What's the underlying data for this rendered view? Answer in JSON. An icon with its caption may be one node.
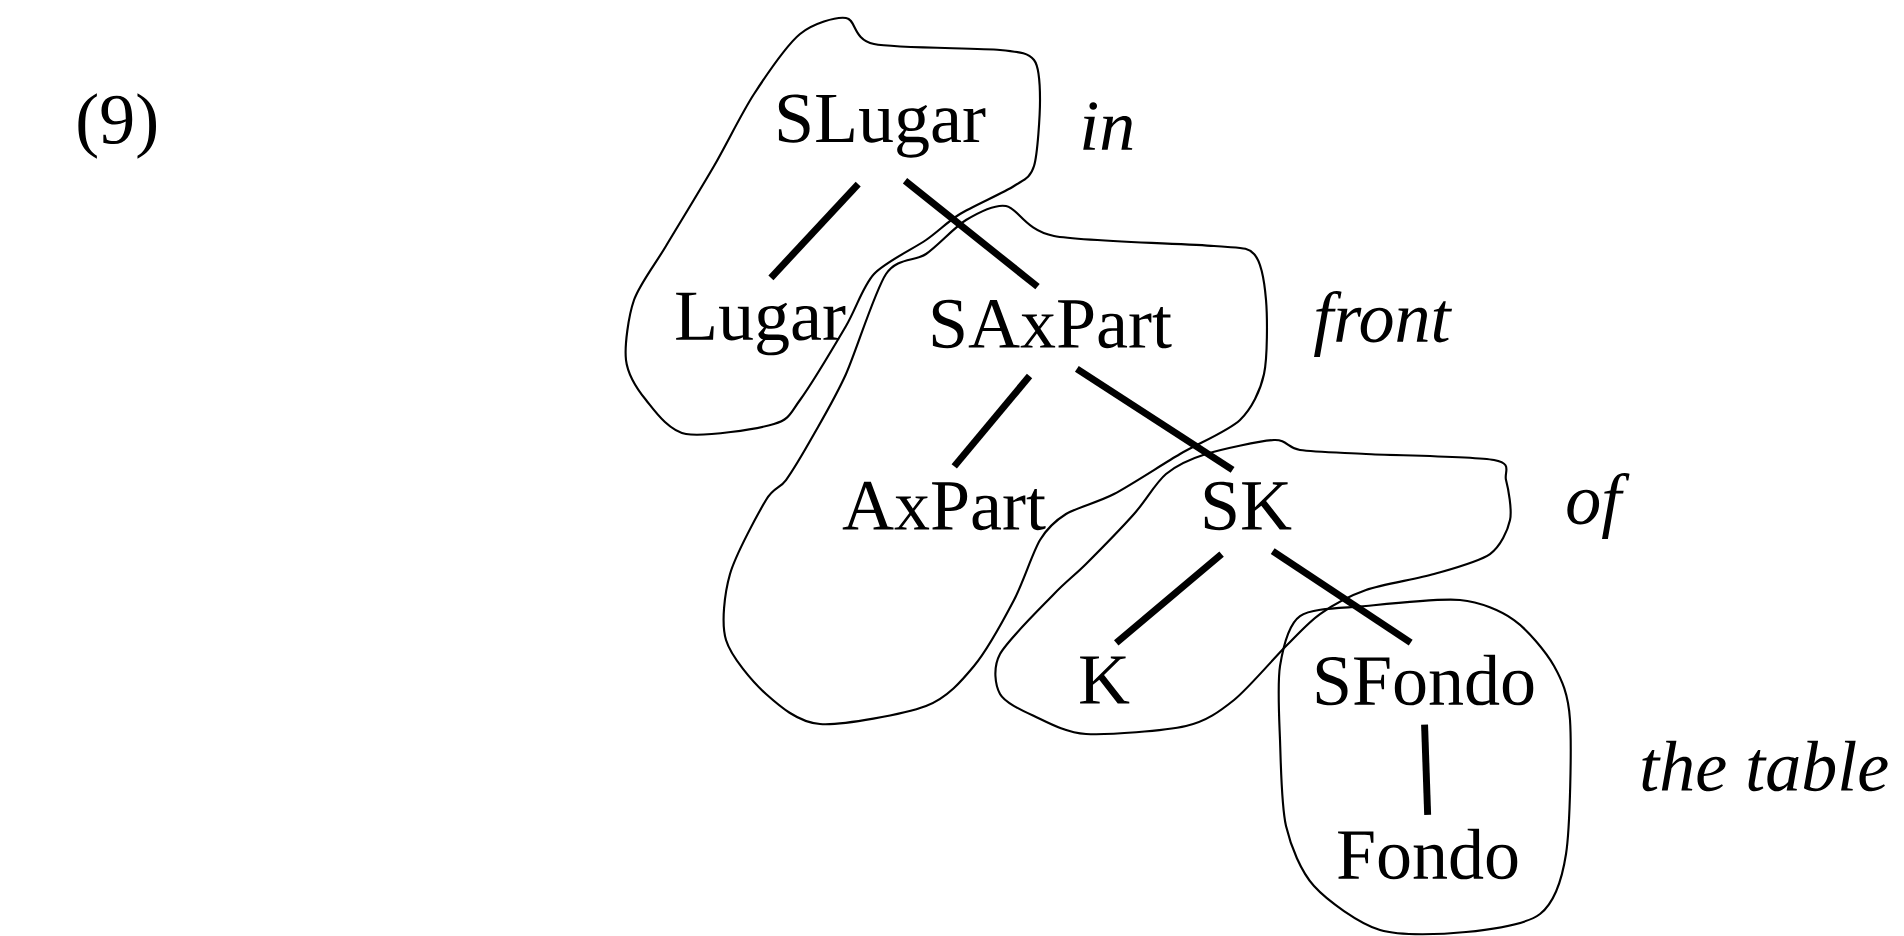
{
  "diagram": {
    "nodes": [
      {
        "text": [],
        "shape": "cloud",
        "beside": [
          "in"
        ]
      },
      {
        "text": [
          "SLugar"
        ],
        "in": 0
      },
      {
        "text": [
          "Lugar"
        ],
        "in": 0
      },
      {
        "text": [],
        "shape": "cloud",
        "beside": [
          "front"
        ]
      },
      {
        "text": [
          "SAxPart"
        ],
        "in": 3
      },
      {
        "text": [
          "AxPart"
        ],
        "in": 3
      },
      {
        "text": [],
        "shape": "cloud",
        "beside": [
          "of"
        ]
      },
      {
        "text": [
          "SK"
        ],
        "in": 6
      },
      {
        "text": [
          "K"
        ],
        "in": 6
      },
      {
        "text": [],
        "shape": "cloud",
        "beside": [
          "the table"
        ]
      },
      {
        "text": [
          "SFondo"
        ],
        "in": 9
      },
      {
        "text": [
          "Fondo"
        ],
        "in": 9
      }
    ],
    "edges": [
      {
        "from": 1,
        "to": 2,
        "arrow": "none"
      },
      {
        "from": 1,
        "to": 4,
        "arrow": "none"
      },
      {
        "from": 4,
        "to": 5,
        "arrow": "none"
      },
      {
        "from": 4,
        "to": 7,
        "arrow": "none"
      },
      {
        "from": 7,
        "to": 8,
        "arrow": "none"
      },
      {
        "from": 7,
        "to": 10,
        "arrow": "none"
      },
      {
        "from": 10,
        "to": 11,
        "arrow": "none"
      }
    ],
    "labels": [
      "(9)"
    ]
  }
}
